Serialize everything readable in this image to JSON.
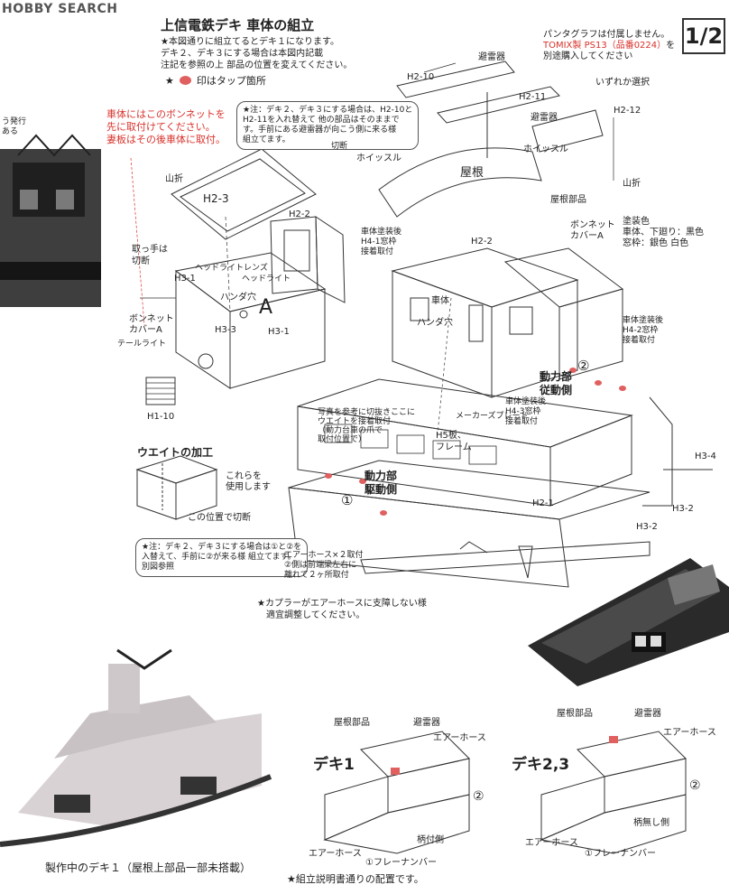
{
  "header": {
    "logo_text": "HOBBY SEARCH",
    "page_number": "1/2",
    "title": "上信電鉄デキ 車体の組立",
    "intro_lines": [
      "★本図通りに組立てるとデキ１になります。",
      "デキ２、デキ３にする場合は本図内記載",
      "注記を参照の上 部品の位置を変えてください。"
    ],
    "tap_legend": "印はタップ箇所"
  },
  "notes": {
    "red_note_lines": [
      "車体にはこのボンネットを",
      "先に取付けてください。",
      "妻板はその後車体に取付。"
    ],
    "pantograph_lines": [
      "パンタグラフは付属しません。",
      "TOMIX製 PS13（品番0224）を",
      "別途購入してください"
    ],
    "pantograph_prefix": "パンタグラフは付属しません。",
    "pantograph_red": "TOMIX製 PS13（品番0224）",
    "pantograph_suffix": "を",
    "pantograph_line3": "別途購入してください",
    "deki23_h2_lines": [
      "★注：デキ２、デキ３にする場合は、H2-10と",
      "H2-11を入れ替えて 他の部品はそのままで",
      "す。手前にある避雷器が向こう側に来る様",
      "組立てます。"
    ],
    "deki23_front_lines": [
      "★注：デキ２、デキ３にする場合は①と②を",
      "入替えて、手前に②が来る様 組立てます。",
      "別図参照"
    ],
    "weight_note_lines": [
      "写真を参考に切抜きここに",
      "ウエイトを接着取付",
      "（動力台車の爪で",
      "取付位置で）"
    ],
    "coupler_lines": [
      "★カプラーがエアーホースに支障しない様",
      "適宜調整してください。"
    ],
    "paint_lines": [
      "塗装色",
      "車体、下廻り：黒色",
      "窓枠：銀色 白色"
    ],
    "bottom_caption": "製作中のデキ１（屋根上部品一部未搭載）",
    "bottom_note": "★組立説明書通りの配置です。"
  },
  "labels": {
    "h2_10": "H2-10",
    "h2_11": "H2-11",
    "h2_12": "H2-12",
    "hiraiki_a": "避雷器",
    "hiraiki_b": "避雷器",
    "izureka": "いずれか選択",
    "whistle_a": "ホイッスル",
    "whistle_b": "ホイッスル",
    "yane": "屋根",
    "yamaori_a": "山折",
    "yamaori_b": "山折",
    "yanebuhin": "屋根部品",
    "bonnet_a_r": "ボンネット\nカバーA",
    "bonnet_a_r1": "ボンネット",
    "bonnet_a_r2": "カバーA",
    "h2_3": "H2-3",
    "h2_2_a": "H2-2",
    "h2_2_b": "H2-2",
    "h4_1_1": "車体塗装後",
    "h4_1_2": "H4-1窓枠",
    "h4_1_3": "接着取付",
    "totte1": "取っ手は",
    "totte2": "切断",
    "headlight_lens": "ヘッドライトレンズ",
    "headlight": "ヘッドライト",
    "h3_1_a": "H3-1",
    "h3_1_b": "H3-1",
    "handa_a": "ハンダ穴",
    "handa_b": "ハンダ穴",
    "part_a": "A",
    "h3_3": "H3-3",
    "shatai": "車体",
    "bonnet_l1": "ボンネット",
    "bonnet_l2": "カバーA",
    "taillight": "テールライト",
    "h1_10": "H1-10",
    "h4_2_1": "車体塗装後",
    "h4_2_2": "H4-2窓枠",
    "h4_2_3": "接着取付",
    "dourinbu_ju_1": "動力部",
    "dourinbu_ju_2": "従動側",
    "circle2": "②",
    "h4_3_1": "車体塗装後",
    "h4_3_2": "H4-3窓枠",
    "h4_3_3": "接着取付",
    "maker_plate": "メーカーズプレート",
    "h5_1": "H5板、",
    "h5_2": "フレーム",
    "h3_4": "H3-4",
    "h3_2": "H3-2",
    "h2_1": "H2-1",
    "dourinbu_ku_1": "動力部",
    "dourinbu_ku_2": "駆動側",
    "circle1": "①",
    "weight_title": "ウエイトの加工",
    "weight_use1": "これらを",
    "weight_use2": "使用します",
    "weight_cut": "この位置で切断",
    "airhose_note1": "エアーホース×２取付",
    "airhose_note2": "②側は前端梁左右に",
    "airhose_note3": "離れて２ヶ所取付",
    "kirioki": "切断"
  },
  "variants": {
    "deki1": {
      "title": "デキ1",
      "roof_parts": "屋根部品",
      "arrester": "避雷器",
      "air_hose_top": "エアーホース",
      "air_hose_bottom": "エアーホース",
      "handle_side": "柄付側",
      "frame_number": "①フレーナンバー",
      "circle": "②"
    },
    "deki23": {
      "title": "デキ2,3",
      "roof_parts": "屋根部品",
      "arrester": "避雷器",
      "air_hose_top": "エアーホース",
      "air_hose_bottom": "エアーホース",
      "handle_side": "柄無し側",
      "frame_number": "①フレーナンバー",
      "circle": "②"
    }
  },
  "left_fragment": {
    "line1": "う発行",
    "line2": "ある"
  },
  "colors": {
    "accent_red": "#d8322b",
    "dot_red": "#e06060",
    "line": "#333333"
  }
}
